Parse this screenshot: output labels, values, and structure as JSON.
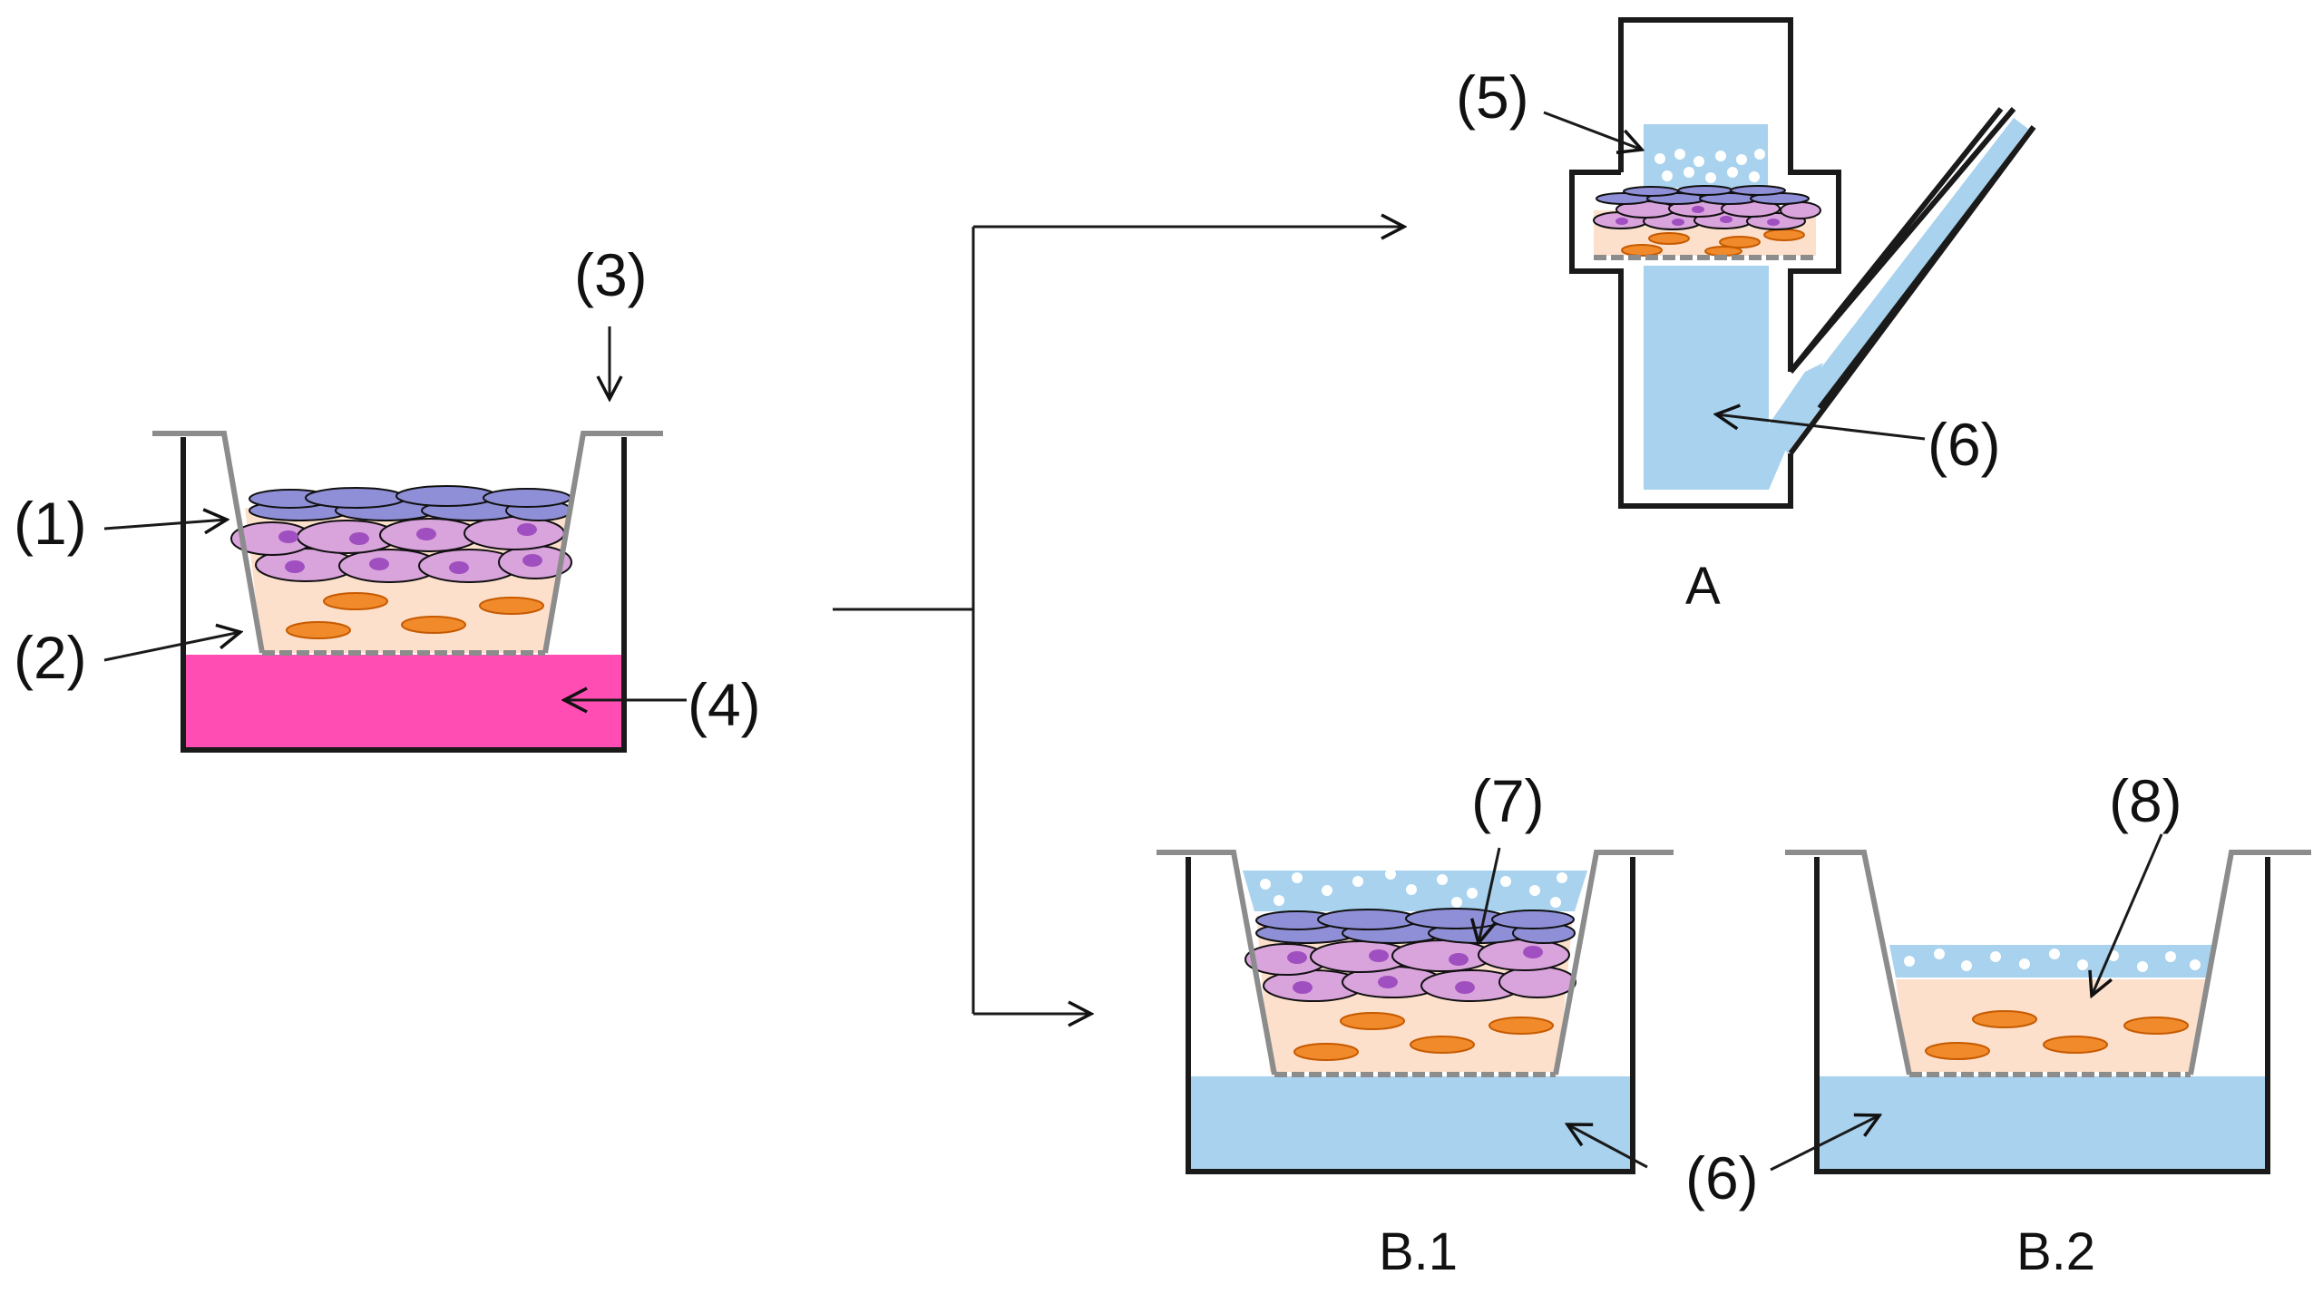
{
  "colors": {
    "wall": "#1a1a1a",
    "insert_wall": "#8c8c8c",
    "membrane": "#8c8c8c",
    "medium_pink": "#ff4db3",
    "medium_blue": "#a8d2ee",
    "stroma": "#fde0cc",
    "fibroblast": "#f08a2a",
    "basal_cell": "#d9a3dc",
    "basal_nucleus": "#a04fc0",
    "superficial_cell": "#8f8fd8",
    "bubble": "#ffffff"
  },
  "labels": {
    "l1": "(1)",
    "l2": "(2)",
    "l3": "(3)",
    "l4": "(4)",
    "l5": "(5)",
    "l6_a": "(6)",
    "l6_b": "(6)",
    "l7": "(7)",
    "l8": "(8)"
  },
  "captions": {
    "a": "A",
    "b1": "B.1",
    "b2": "B.2"
  }
}
